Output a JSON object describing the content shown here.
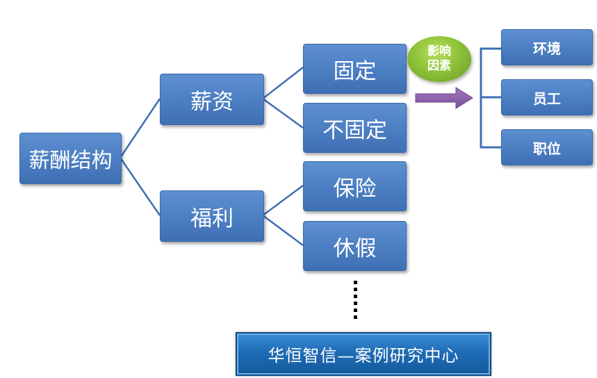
{
  "root": {
    "label": "薪酬结构"
  },
  "branches": [
    {
      "label": "薪资",
      "children": [
        {
          "label": "固定"
        },
        {
          "label": "不固定"
        }
      ]
    },
    {
      "label": "福利",
      "children": [
        {
          "label": "保险"
        },
        {
          "label": "休假"
        }
      ]
    }
  ],
  "influence": {
    "line1": "影响",
    "line2": "因素"
  },
  "factors": [
    {
      "label": "环境"
    },
    {
      "label": "员工"
    },
    {
      "label": "职位"
    }
  ],
  "banner": {
    "text": "华恒智信—案例研究中心"
  },
  "colors": {
    "box": "#4a7cc1",
    "line": "#3f6fb3",
    "badge": "#8fc33a",
    "arrow": "#8a5ca8",
    "banner": "#1f6cb6"
  }
}
